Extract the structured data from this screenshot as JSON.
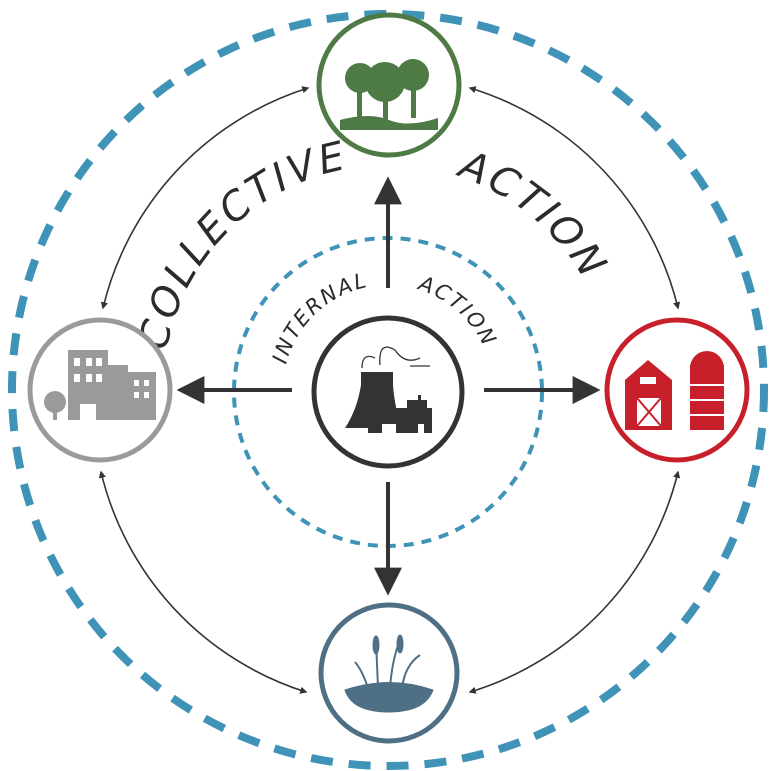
{
  "labels": {
    "collective": "COLLECTIVE",
    "action_outer": "ACTION",
    "internal": "INTERNAL",
    "action_inner": "ACTION"
  },
  "nodes": [
    {
      "name": "forest",
      "icon": "trees-icon",
      "color": "#4e7a46"
    },
    {
      "name": "city",
      "icon": "buildings-icon",
      "color": "#9a9a9a"
    },
    {
      "name": "farm",
      "icon": "barn-icon",
      "color": "#c8202a"
    },
    {
      "name": "wetland",
      "icon": "wetland-icon",
      "color": "#4f6f85"
    },
    {
      "name": "industry",
      "icon": "power-plant-icon",
      "color": "#333333"
    }
  ],
  "colors": {
    "dash": "#3f93b7",
    "arrow": "#333333"
  }
}
